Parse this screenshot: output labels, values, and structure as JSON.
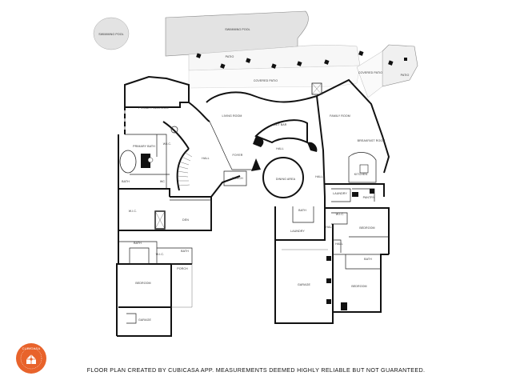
{
  "footer": "FLOOR PLAN CREATED BY CUBICASA APP. MEASUREMENTS DEEMED HIGHLY RELIABLE BUT NOT GUARANTEED.",
  "badge": {
    "text": "CUBICASA",
    "color": "#e8632b"
  },
  "colors": {
    "wall": "#111111",
    "outdoor": "#e6e6e6",
    "line": "#222222"
  },
  "rooms": [
    {
      "id": "swimming-pool-1",
      "label": "SWIMMING POOL"
    },
    {
      "id": "swimming-pool-2",
      "label": "SWIMMING POOL"
    },
    {
      "id": "patio-1",
      "label": "PATIO"
    },
    {
      "id": "covered-patio-1",
      "label": "COVERED PATIO"
    },
    {
      "id": "covered-patio-2",
      "label": "COVERED PATIO"
    },
    {
      "id": "patio-2",
      "label": "PATIO"
    },
    {
      "id": "primary-bedroom",
      "label": "PRIMARY BEDROOM"
    },
    {
      "id": "living-room",
      "label": "LIVING ROOM"
    },
    {
      "id": "family-room",
      "label": "FAMILY ROOM"
    },
    {
      "id": "wet-bar",
      "label": "WET BAR"
    },
    {
      "id": "hall-1",
      "label": "HALL"
    },
    {
      "id": "breakfast-room",
      "label": "BREAKFAST ROOM"
    },
    {
      "id": "primary-bath",
      "label": "PRIMARY BATH"
    },
    {
      "id": "wic-1",
      "label": "W.I.C."
    },
    {
      "id": "hall-2",
      "label": "HALL"
    },
    {
      "id": "foyer",
      "label": "FOYER"
    },
    {
      "id": "kitchen",
      "label": "KITCHEN"
    },
    {
      "id": "bath-1",
      "label": "BATH"
    },
    {
      "id": "wc-1",
      "label": "WC"
    },
    {
      "id": "porch-1",
      "label": "PORCH"
    },
    {
      "id": "dining-area",
      "label": "DINING AREA"
    },
    {
      "id": "hall-3",
      "label": "HALL"
    },
    {
      "id": "laundry-1",
      "label": "LAUNDRY"
    },
    {
      "id": "pantry",
      "label": "PANTRY"
    },
    {
      "id": "wic-2",
      "label": "W.I.C."
    },
    {
      "id": "den",
      "label": "DEN"
    },
    {
      "id": "bath-2",
      "label": "BATH"
    },
    {
      "id": "wic-3",
      "label": "W.I.C."
    },
    {
      "id": "laundry-2",
      "label": "LAUNDRY"
    },
    {
      "id": "hall-4",
      "label": "HALL"
    },
    {
      "id": "bedroom-1",
      "label": "BEDROOM"
    },
    {
      "id": "bath-3",
      "label": "BATH"
    },
    {
      "id": "bath-4",
      "label": "BATH"
    },
    {
      "id": "wic-4",
      "label": "W.I.C."
    },
    {
      "id": "hall-5",
      "label": "HALL"
    },
    {
      "id": "bath-5",
      "label": "BATH"
    },
    {
      "id": "bedroom-2",
      "label": "BEDROOM"
    },
    {
      "id": "porch-2",
      "label": "PORCH"
    },
    {
      "id": "garage-1",
      "label": "GARAGE"
    },
    {
      "id": "bedroom-3",
      "label": "BEDROOM"
    },
    {
      "id": "garage-2",
      "label": "GARAGE"
    }
  ]
}
